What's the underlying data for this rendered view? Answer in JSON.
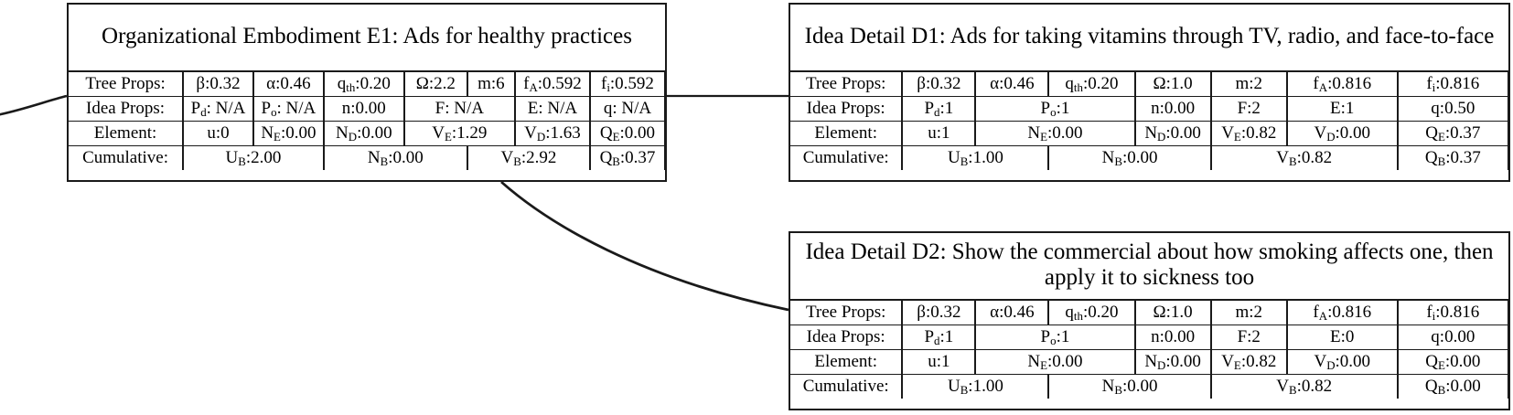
{
  "diagram": {
    "type": "tree-of-nodes",
    "row_labels": [
      "Tree Props:",
      "Idea Props:",
      "Element:",
      "Cumulative:"
    ],
    "edges": [
      {
        "name": "incoming-edge-to-E1",
        "from": "offscreen-left",
        "to": "E1"
      },
      {
        "name": "edge-E1-to-D1",
        "from": "E1",
        "to": "D1"
      },
      {
        "name": "edge-E1-to-D2",
        "from": "E1",
        "to": "D2"
      }
    ]
  },
  "nodes": {
    "E1": {
      "id": "E1",
      "title": "Organizational Embodiment E1: Ads for healthy practices",
      "rows": {
        "tree_props": {
          "label": "Tree Props:",
          "cells": [
            "β:0.32",
            "α:0.46",
            "q_th:0.20",
            "Ω:2.2",
            "m:6",
            "f_A:0.592",
            "f_i:0.592"
          ]
        },
        "idea_props": {
          "label": "Idea Props:",
          "cells": [
            "P_d: N/A",
            "P_o: N/A",
            "n:0.00",
            "F: N/A",
            "E: N/A",
            "q: N/A"
          ]
        },
        "element": {
          "label": "Element:",
          "cells": [
            "u:0",
            "N_E:0.00",
            "N_D:0.00",
            "V_E:1.29",
            "V_D:1.63",
            "Q_E:0.00"
          ]
        },
        "cumulative": {
          "label": "Cumulative:",
          "cells": [
            "U_B:2.00",
            "N_B:0.00",
            "V_B:2.92",
            "Q_B:0.37"
          ]
        }
      }
    },
    "D1": {
      "id": "D1",
      "title": "Idea Detail D1: Ads for taking vitamins through TV, radio, and face-to-face",
      "rows": {
        "tree_props": {
          "label": "Tree Props:",
          "cells": [
            "β:0.32",
            "α:0.46",
            "q_th:0.20",
            "Ω:1.0",
            "m:2",
            "f_A:0.816",
            "f_i:0.816"
          ]
        },
        "idea_props": {
          "label": "Idea Props:",
          "cells": [
            "P_d:1",
            "P_o:1",
            "n:0.00",
            "F:2",
            "E:1",
            "q:0.50"
          ]
        },
        "element": {
          "label": "Element:",
          "cells": [
            "u:1",
            "N_E:0.00",
            "N_D:0.00",
            "V_E:0.82",
            "V_D:0.00",
            "Q_E:0.37"
          ]
        },
        "cumulative": {
          "label": "Cumulative:",
          "cells": [
            "U_B:1.00",
            "N_B:0.00",
            "V_B:0.82",
            "Q_B:0.37"
          ]
        }
      }
    },
    "D2": {
      "id": "D2",
      "title": "Idea Detail D2: Show the commercial about how smoking affects one, then apply it to sickness too",
      "rows": {
        "tree_props": {
          "label": "Tree Props:",
          "cells": [
            "β:0.32",
            "α:0.46",
            "q_th:0.20",
            "Ω:1.0",
            "m:2",
            "f_A:0.816",
            "f_i:0.816"
          ]
        },
        "idea_props": {
          "label": "Idea Props:",
          "cells": [
            "P_d:1",
            "P_o:1",
            "n:0.00",
            "F:2",
            "E:0",
            "q:0.00"
          ]
        },
        "element": {
          "label": "Element:",
          "cells": [
            "u:1",
            "N_E:0.00",
            "N_D:0.00",
            "V_E:0.82",
            "V_D:0.00",
            "Q_E:0.00"
          ]
        },
        "cumulative": {
          "label": "Cumulative:",
          "cells": [
            "U_B:1.00",
            "N_B:0.00",
            "V_B:0.82",
            "Q_B:0.00"
          ]
        }
      }
    }
  },
  "colors": {
    "stroke": "#1a1a1a",
    "background": "#ffffff",
    "text": "#000000"
  }
}
